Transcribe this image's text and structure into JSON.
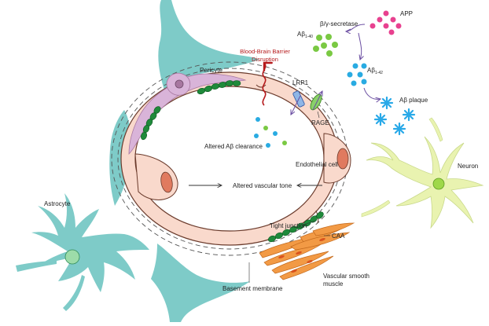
{
  "labels": {
    "pericyte": "Pericyte",
    "bbb_line1": "Blood-Brain Barrier",
    "bbb_line2": "Disruption",
    "lrp1": "LRP1",
    "rage": "RAGE",
    "abeta_140": "Aβ",
    "abeta_140_sub": "1-40",
    "secretase": "β/γ-secretase",
    "app": "APP",
    "abeta_142": "Aβ",
    "abeta_142_sub": "1-42",
    "abeta_plaque": "Aβ plaque",
    "altered_clearance": "Altered Aβ clearance",
    "endothelial_cell": "Endothelial cell",
    "neuron": "Neuron",
    "astrocyte": "Astrocyte",
    "altered_tone": "Altered vascular tone",
    "tight_junction": "Tight junction",
    "caa": "CAA",
    "vsm_line1": "Vascular smooth",
    "vsm_line2": "muscle",
    "basement_membrane": "Basement membrane"
  },
  "colors": {
    "astrocyte_fill": "#7ecbc8",
    "astrocyte_nucleus": "#9ddca9",
    "vessel_fill": "#f9d9cc",
    "vessel_stroke": "#6b3b2c",
    "endothelial_nucleus": "#e07a5f",
    "pericyte_fill": "#d9b4d9",
    "pericyte_nucleus": "#a777a0",
    "amyloid_green": "#1f8a3b",
    "app_pink": "#e8418f",
    "abeta140_green": "#7ac943",
    "abeta142_blue": "#29abe2",
    "plaque_blue": "#29a9e8",
    "neuron_fill": "#e9f3b0",
    "neuron_nucleus": "#9fd84a",
    "smooth_muscle": "#f29a45",
    "red_wave": "#b5191b",
    "arrow_purple": "#6a4da1"
  }
}
